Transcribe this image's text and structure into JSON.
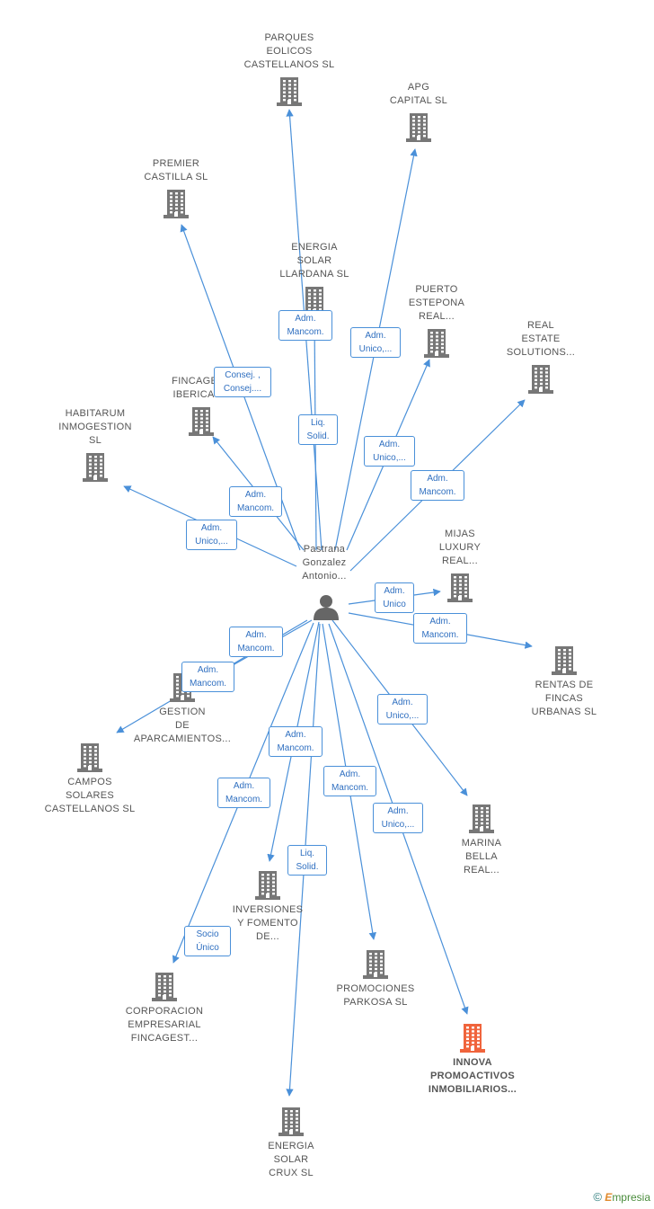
{
  "center": {
    "label": "Pastrana\nGonzalez\nAntonio...",
    "icon": "person-icon"
  },
  "colors": {
    "edge": "#4a90d9",
    "node": "#777777",
    "highlight": "#f0643c"
  },
  "nodes": [
    {
      "id": "parques",
      "label": "PARQUES\nEOLICOS\nCASTELLANOS SL",
      "icon": "building-icon"
    },
    {
      "id": "apg",
      "label": "APG\nCAPITAL  SL",
      "icon": "building-icon"
    },
    {
      "id": "premier",
      "label": "PREMIER\nCASTILLA  SL",
      "icon": "building-icon"
    },
    {
      "id": "llardana",
      "label": "ENERGIA\nSOLAR\nLLARDANA SL",
      "icon": "building-icon"
    },
    {
      "id": "puerto",
      "label": "PUERTO\nESTEPONA\nREAL...",
      "icon": "building-icon"
    },
    {
      "id": "realestate",
      "label": "REAL\nESTATE\nSOLUTIONS...",
      "icon": "building-icon"
    },
    {
      "id": "fincagest_iberica",
      "label": "FINCAGEST\nIBERICA SL",
      "icon": "building-icon"
    },
    {
      "id": "habitarum",
      "label": "HABITARUM\nINMOGESTION\nSL",
      "icon": "building-icon"
    },
    {
      "id": "mijas",
      "label": "MIJAS\nLUXURY\nREAL...",
      "icon": "building-icon"
    },
    {
      "id": "rentas",
      "label": "RENTAS DE\nFINCAS\nURBANAS SL",
      "icon": "building-icon"
    },
    {
      "id": "gestion",
      "label": "GESTION\nDE\nAPARCAMIENTOS...",
      "icon": "building-icon"
    },
    {
      "id": "campos",
      "label": "CAMPOS\nSOLARES\nCASTELLANOS SL",
      "icon": "building-icon"
    },
    {
      "id": "marina",
      "label": "MARINA\nBELLA\nREAL...",
      "icon": "building-icon"
    },
    {
      "id": "inversiones",
      "label": "INVERSIONES\nY FOMENTO\nDE...",
      "icon": "building-icon"
    },
    {
      "id": "corporacion",
      "label": "CORPORACION\nEMPRESARIAL\nFINCAGEST...",
      "icon": "building-icon"
    },
    {
      "id": "parkosa",
      "label": "PROMOCIONES\nPARKOSA SL",
      "icon": "building-icon"
    },
    {
      "id": "innova",
      "label": "INNOVA\nPROMOACTIVOS\nINMOBILIARIOS...",
      "icon": "building-icon",
      "highlight": true
    },
    {
      "id": "crux",
      "label": "ENERGIA\nSOLAR\nCRUX SL",
      "icon": "building-icon"
    }
  ],
  "edges": [
    {
      "label": "Adm.\nMancom."
    },
    {
      "label": "Adm.\nUnico,..."
    },
    {
      "label": "Consej. ,\nConsej...."
    },
    {
      "label": "Liq.\nSolid."
    },
    {
      "label": "Adm.\nUnico,..."
    },
    {
      "label": "Adm.\nMancom."
    },
    {
      "label": "Adm.\nMancom."
    },
    {
      "label": "Adm.\nUnico,..."
    },
    {
      "label": "Adm.\nUnico"
    },
    {
      "label": "Adm.\nMancom."
    },
    {
      "label": "Adm.\nMancom."
    },
    {
      "label": "Adm.\nMancom."
    },
    {
      "label": "Adm.\nUnico,..."
    },
    {
      "label": "Adm.\nMancom."
    },
    {
      "label": "Adm.\nMancom."
    },
    {
      "label": "Adm.\nMancom."
    },
    {
      "label": "Liq.\nSolid."
    },
    {
      "label": "Adm.\nUnico,..."
    },
    {
      "label": "Socio\nÚnico"
    }
  ],
  "footer": {
    "copyright": "©",
    "brand_initial": "E",
    "brand_rest": "mpresia"
  }
}
